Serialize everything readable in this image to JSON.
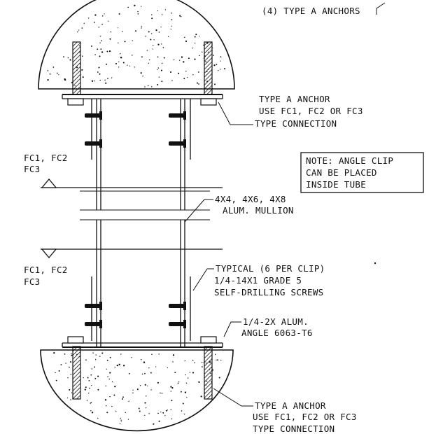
{
  "labels": {
    "top_anchors": "(4) TYPE A ANCHORS",
    "top_anchor_note": [
      "TYPE A ANCHOR",
      "USE FC1, FC2 OR FC3",
      "TYPE CONNECTION"
    ],
    "left_top": [
      "FC1, FC2",
      "FC3"
    ],
    "note_box": [
      "NOTE: ANGLE CLIP",
      "CAN BE PLACED",
      "INSIDE TUBE"
    ],
    "mullion": [
      "4X4, 4X6, 4X8",
      "ALUM. MULLION"
    ],
    "left_bottom": [
      "FC1, FC2",
      "FC3"
    ],
    "screws": [
      "TYPICAL (6 PER CLIP)",
      "1/4-14X1 GRADE 5",
      "SELF-DRILLING SCREWS"
    ],
    "angle": [
      "1/4-2X ALUM.",
      "ANGLE 6063-T6"
    ],
    "bottom_anchor_note": [
      "TYPE A ANCHOR",
      "USE FC1, FC2 OR FC3",
      "TYPE CONNECTION"
    ]
  }
}
